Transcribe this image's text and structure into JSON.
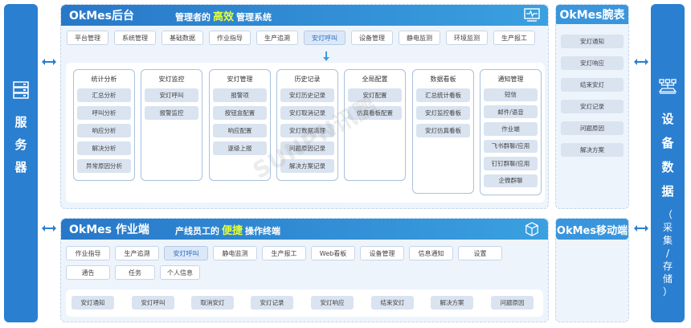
{
  "server": {
    "label_chars": [
      "服",
      "务",
      "器"
    ],
    "icon": "server-icon"
  },
  "device": {
    "label_chars": [
      "设",
      "备",
      "数",
      "据"
    ],
    "sub_chars": [
      "（",
      "采",
      "集",
      "/",
      "存",
      "储",
      "）"
    ],
    "icon": "network-icon"
  },
  "backend": {
    "title": "OkMes后台",
    "slogan_pre": "管理者的",
    "slogan_hl": "高效",
    "slogan_post": "管理系统",
    "icon": "monitor-pulse-icon",
    "tabs": [
      "平台管理",
      "系统管理",
      "基础数据",
      "作业指导",
      "生产追溯",
      "安灯呼叫",
      "设备管理",
      "静电监测",
      "环境监测",
      "生产报工"
    ],
    "active_tab": "安灯呼叫",
    "columns": [
      {
        "title": "统计分析",
        "items": [
          "汇总分析",
          "呼叫分析",
          "响应分析",
          "解决分析",
          "异常原因分析"
        ]
      },
      {
        "title": "安灯监控",
        "items": [
          "安灯呼叫",
          "报警监控"
        ]
      },
      {
        "title": "安灯管理",
        "items": [
          "报警项",
          "按钮盒配置",
          "响应配置",
          "逐级上报"
        ]
      },
      {
        "title": "历史记录",
        "items": [
          "安灯历史记录",
          "安灯取消记录",
          "安灯数据清理",
          "问题原因记录",
          "解决方案记录"
        ]
      },
      {
        "title": "全局配置",
        "items": [
          "安灯配置",
          "仿真看板配置"
        ]
      },
      {
        "title": "数据看板",
        "items": [
          "汇总统计看板",
          "安灯监控看板",
          "安灯仿真看板"
        ]
      },
      {
        "title": "通知管理",
        "items": [
          "短信",
          "邮件/语音",
          "作业端",
          "飞书群聊/应用",
          "钉钉群聊/应用",
          "企微群聊"
        ]
      }
    ]
  },
  "watch": {
    "title": "OkMes腕表",
    "items": [
      "安灯通知",
      "安灯响应",
      "结束安灯",
      "安灯记录",
      "问题原因",
      "解决方案"
    ]
  },
  "mobile": {
    "title": "OkMes移动端"
  },
  "operator": {
    "title": "OkMes 作业端",
    "slogan_pre": "产线员工的",
    "slogan_hl": "便捷",
    "slogan_post": "操作终端",
    "icon": "cube-icon",
    "tabs": [
      "作业指导",
      "生产追溯",
      "安灯呼叫",
      "静电监测",
      "生产报工",
      "Web看板",
      "设备管理",
      "信息通知",
      "设置",
      "通告",
      "任务",
      "个人信息"
    ],
    "active_tab": "安灯呼叫",
    "actions": [
      "安灯通知",
      "安灯呼叫",
      "取消安灯",
      "安灯记录",
      "安灯响应",
      "结束安灯",
      "解决方案",
      "问题原因"
    ]
  },
  "watermark": "SUNPN讯鹏"
}
